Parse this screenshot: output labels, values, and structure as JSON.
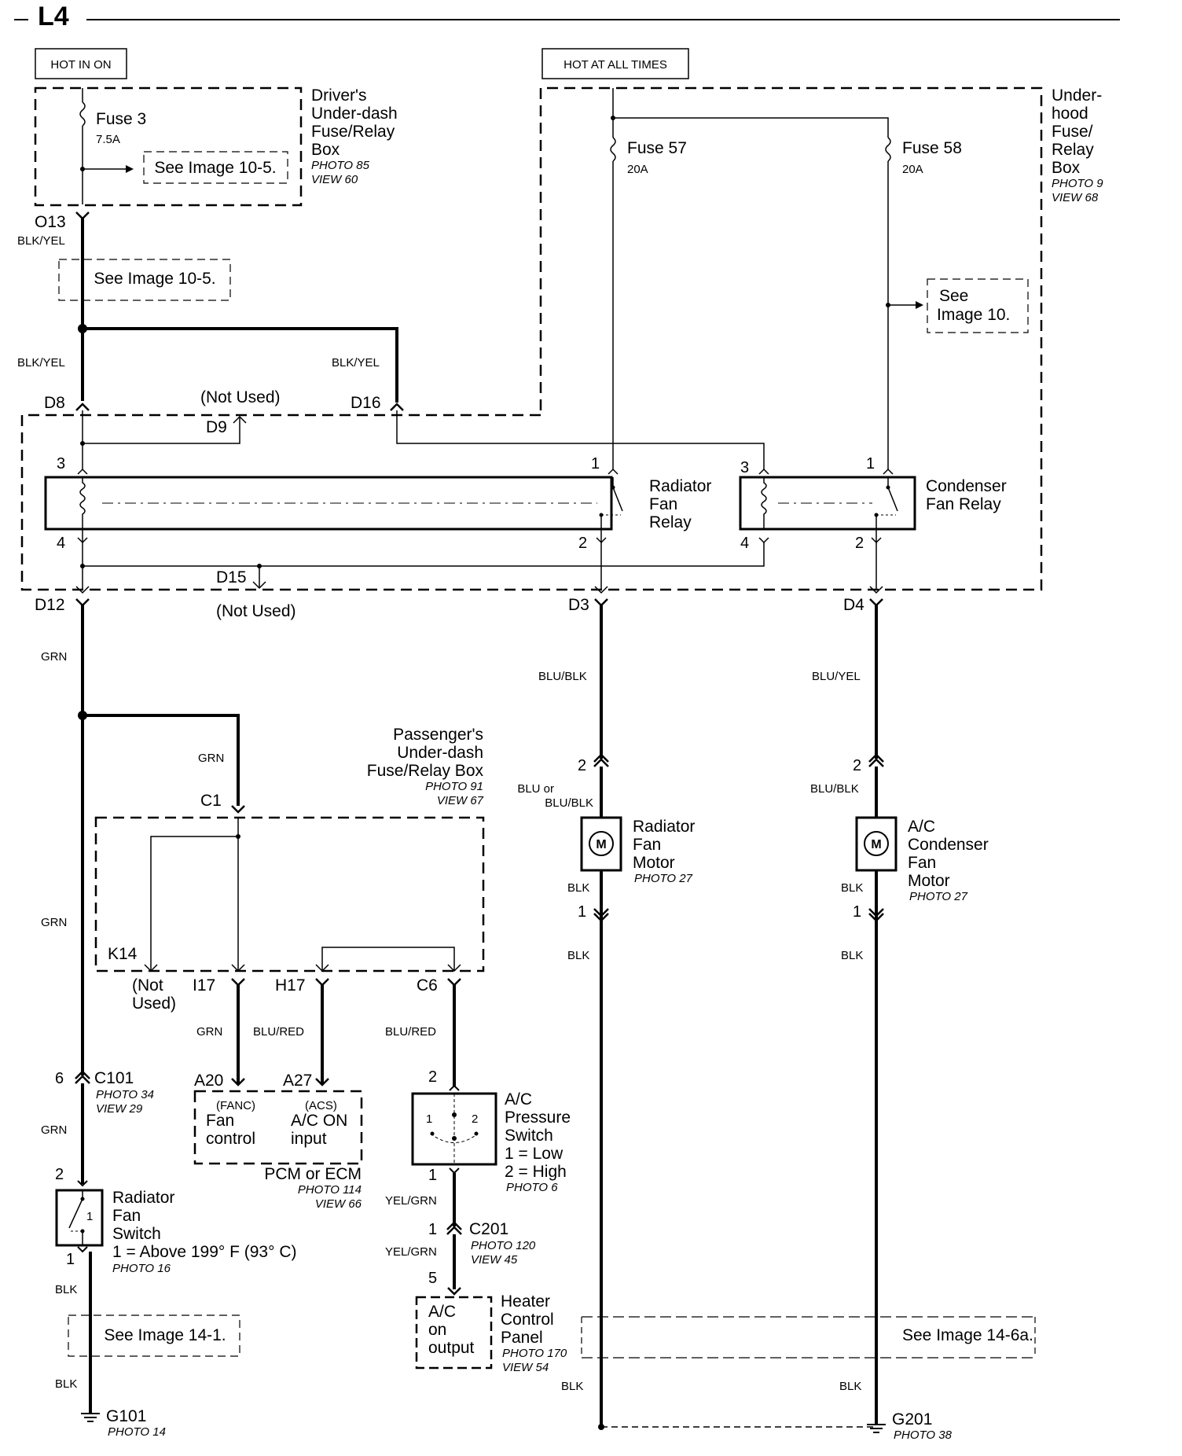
{
  "page_id": "L4",
  "power": {
    "hot_in_on": "HOT IN ON",
    "hot_at_all_times": "HOT AT ALL TIMES"
  },
  "drivers_box": {
    "l1": "Driver's",
    "l2": "Under-dash",
    "l3": "Fuse/Relay",
    "l4": "Box",
    "photo": "PHOTO 85",
    "view": "VIEW 60",
    "fuse": "Fuse 3",
    "fuse_rating": "7.5A",
    "ref": "See Image 10-5."
  },
  "underhood_box": {
    "l1": "Under-",
    "l2": "hood",
    "l3": "Fuse/",
    "l4": "Relay",
    "l5": "Box",
    "photo": "PHOTO 9",
    "view": "VIEW 68",
    "fuse57": "Fuse 57",
    "fuse57_rating": "20A",
    "fuse58": "Fuse 58",
    "fuse58_rating": "20A",
    "ref_l1": "See",
    "ref_l2": "Image 10."
  },
  "connectors": {
    "o13": "O13",
    "d8": "D8",
    "d9": "D9",
    "d16": "D16",
    "d12": "D12",
    "d15": "D15",
    "d3": "D3",
    "d4": "D4",
    "c1": "C1",
    "k14": "K14",
    "i17": "I17",
    "h17": "H17",
    "c6": "C6",
    "a20": "A20",
    "a27": "A27",
    "c101": "C101",
    "c101_photo": "PHOTO 34",
    "c101_view": "VIEW 29",
    "c201": "C201",
    "c201_photo": "PHOTO 120",
    "c201_view": "VIEW 45"
  },
  "wires": {
    "blk_yel": "BLK/YEL",
    "grn": "GRN",
    "blu_blk": "BLU/BLK",
    "blu_yel": "BLU/YEL",
    "blu_or": "BLU or",
    "blu_red": "BLU/RED",
    "blk": "BLK",
    "yel_grn": "YEL/GRN"
  },
  "refs": {
    "image_10_5": "See Image 10-5.",
    "image_14_1": "See Image 14-1.",
    "image_14_6a": "See Image 14-6a."
  },
  "not_used": "(Not Used)",
  "not_l1": "(Not",
  "not_l2": "Used)",
  "pins": {
    "p1": "1",
    "p2": "2",
    "p3": "3",
    "p4": "4",
    "p5": "5",
    "p6": "6"
  },
  "radiator_relay": {
    "l1": "Radiator",
    "l2": "Fan",
    "l3": "Relay"
  },
  "condenser_relay": {
    "l1": "Condenser",
    "l2": "Fan Relay"
  },
  "passenger_box": {
    "l1": "Passenger's",
    "l2": "Under-dash",
    "l3": "Fuse/Relay Box",
    "photo": "PHOTO 91",
    "view": "VIEW 67"
  },
  "pcm": {
    "fanc": "(FANC)",
    "fan": "Fan",
    "control": "control",
    "acs": "(ACS)",
    "ac_on": "A/C ON",
    "input": "input",
    "name": "PCM or ECM",
    "photo": "PHOTO 114",
    "view": "VIEW 66"
  },
  "ac_pressure": {
    "l1": "A/C",
    "l2": "Pressure",
    "l3": "Switch",
    "l4": "1 =  Low",
    "l5": "2 =  High",
    "photo": "PHOTO 6"
  },
  "radiator_motor": {
    "l1": "Radiator",
    "l2": "Fan",
    "l3": "Motor",
    "photo": "PHOTO 27",
    "symbol": "M"
  },
  "condenser_motor": {
    "l1": "A/C",
    "l2": "Condenser",
    "l3": "Fan",
    "l4": "Motor",
    "photo": "PHOTO 27",
    "symbol": "M"
  },
  "radiator_switch": {
    "l1": "Radiator",
    "l2": "Fan",
    "l3": "Switch",
    "l4": "1 =  Above 199° F (93° C)",
    "photo": "PHOTO 16"
  },
  "heater_panel": {
    "l1": "Heater",
    "l2": "Control",
    "l3": "Panel",
    "photo": "PHOTO 170",
    "view": "VIEW 54",
    "in1": "A/C",
    "in2": "on",
    "in3": "output"
  },
  "grounds": {
    "g101": "G101",
    "g101_photo": "PHOTO 14",
    "g201": "G201",
    "g201_photo": "PHOTO 38"
  }
}
